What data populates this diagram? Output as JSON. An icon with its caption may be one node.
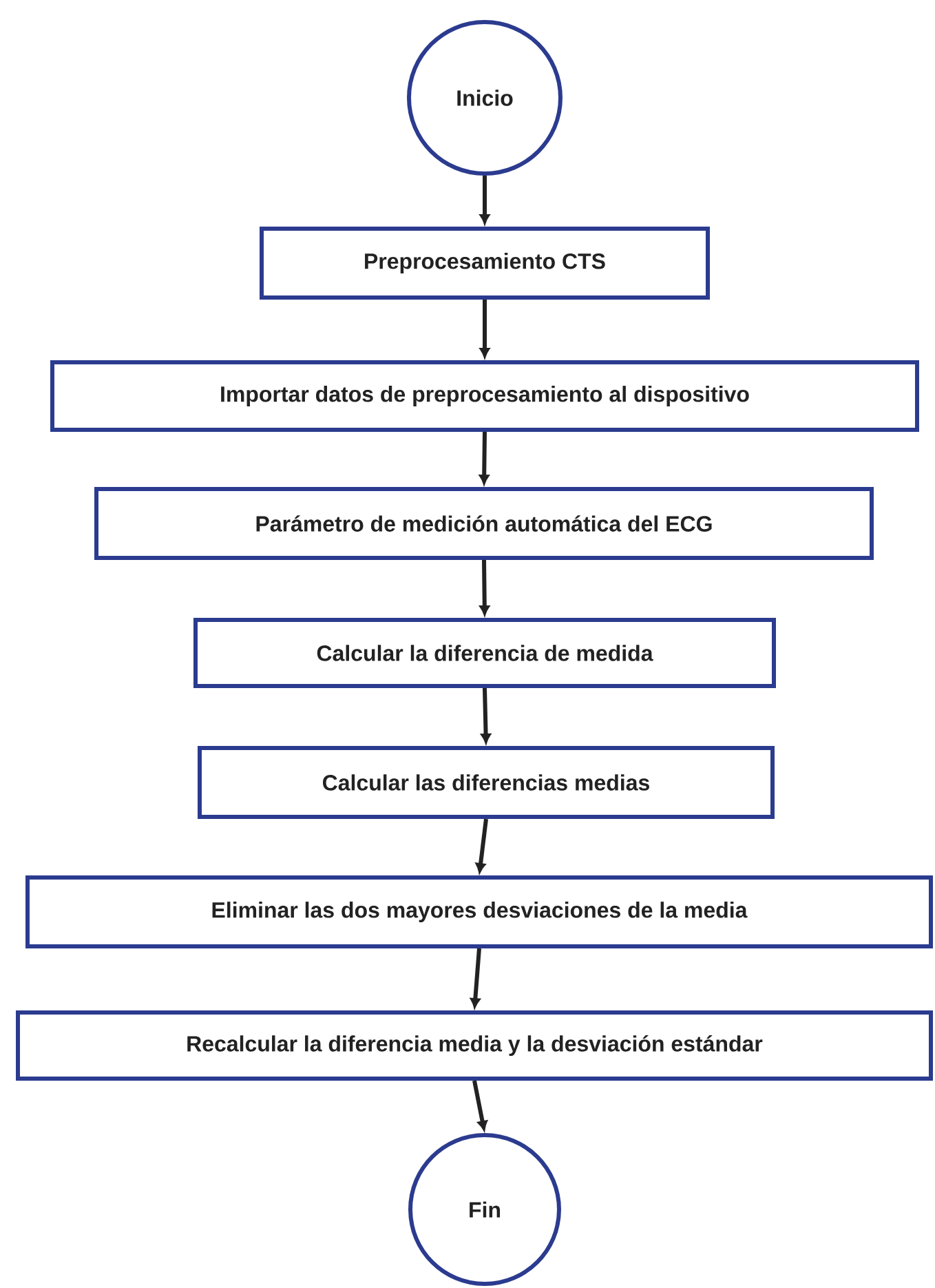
{
  "diagram": {
    "nodes": [
      {
        "text": [
          "Inicio"
        ]
      },
      {
        "text": [
          "Preprocesamiento CTS"
        ]
      },
      {
        "text": [
          "Importar datos de preprocesamiento al dispositivo"
        ]
      },
      {
        "text": [
          "Parámetro de medición automática del ECG"
        ]
      },
      {
        "text": [
          "Calcular la diferencia de medida"
        ]
      },
      {
        "text": [
          "Calcular las diferencias medias"
        ]
      },
      {
        "text": [
          "Eliminar las dos mayores desviaciones de la media"
        ]
      },
      {
        "text": [
          "Recalcular la diferencia media y la desviación estándar"
        ]
      },
      {
        "text": [
          "Fin"
        ]
      }
    ],
    "edges": [
      {
        "from": 0,
        "to": 1,
        "arrow": "to"
      },
      {
        "from": 1,
        "to": 2,
        "arrow": "to"
      },
      {
        "from": 2,
        "to": 3,
        "arrow": "to"
      },
      {
        "from": 3,
        "to": 4,
        "arrow": "to"
      },
      {
        "from": 4,
        "to": 5,
        "arrow": "to"
      },
      {
        "from": 5,
        "to": 6,
        "arrow": "to"
      },
      {
        "from": 6,
        "to": 7,
        "arrow": "to"
      },
      {
        "from": 7,
        "to": 8,
        "arrow": "to"
      }
    ]
  }
}
